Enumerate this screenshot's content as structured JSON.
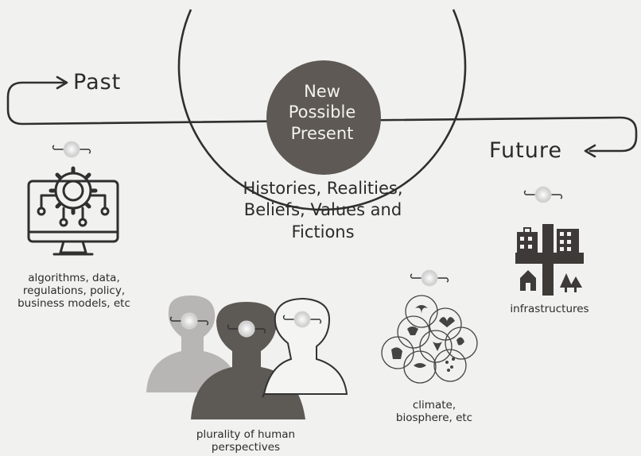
{
  "labels": {
    "past": "Past",
    "future": "Future",
    "center_line1": "New",
    "center_line2": "Possible",
    "center_line3": "Present",
    "histories_line1": "Histories, Realities,",
    "histories_line2": "Beliefs, Values and",
    "histories_line3": "Fictions",
    "algorithms_line1": "algorithms, data,",
    "algorithms_line2": "regulations, policy,",
    "algorithms_line3": "business models, etc",
    "infrastructures": "infrastructures",
    "climate_line1": "climate,",
    "climate_line2": "biosphere, etc",
    "plurality_line1": "plurality of human",
    "plurality_line2": "perspectives"
  },
  "colors": {
    "background": "#f1f1f0",
    "ink": "#2b2b2b",
    "center_fill": "#5e5954",
    "person_light": "#b7b6b4",
    "person_dark": "#5d5955",
    "person_white": "#f4f4f3",
    "infra_dark": "#3e3a37"
  },
  "icons": [
    "gear-monitor-icon",
    "city-infrastructure-icon",
    "nature-circles-icon",
    "human-silhouettes-icon",
    "connector-node-icon",
    "arrow-icon"
  ]
}
